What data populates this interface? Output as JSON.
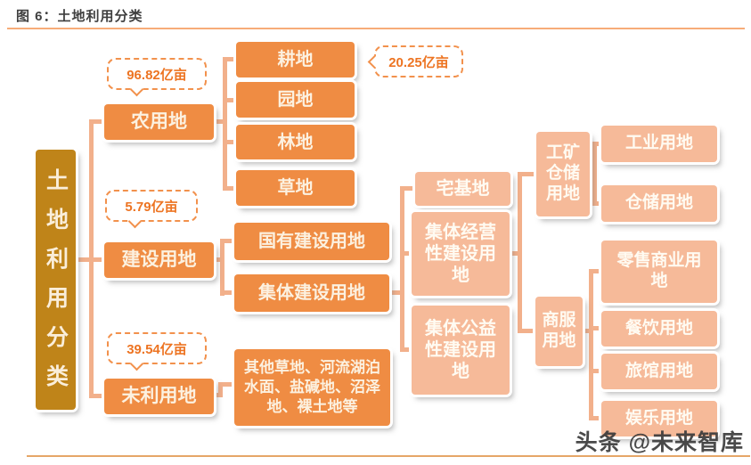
{
  "figure": {
    "title": "图 6：土地利用分类",
    "watermark": "头条 @未来智库"
  },
  "root": {
    "label": "土地利用分类"
  },
  "branches": {
    "agricultural": {
      "label": "农用地",
      "callout": "96.82亿亩",
      "children": [
        {
          "label": "耕地",
          "callout": "20.25亿亩"
        },
        {
          "label": "园地"
        },
        {
          "label": "林地"
        },
        {
          "label": "草地"
        }
      ]
    },
    "construction": {
      "label": "建设用地",
      "callout": "5.79亿亩",
      "children": [
        {
          "label": "国有建设用地"
        },
        {
          "label": "集体建设用地"
        }
      ],
      "collective_children": [
        {
          "label": "宅基地"
        },
        {
          "label": "集体经营性建设用地"
        },
        {
          "label": "集体公益性建设用地"
        }
      ]
    },
    "unused": {
      "label": "未利用地",
      "callout": "39.54亿亩",
      "children": [
        {
          "label": "其他草地、河流湖泊水面、盐碱地、沼泽地、裸土地等"
        }
      ]
    }
  },
  "operational": {
    "industrial_storage": {
      "label": "工矿仓储用地",
      "children": [
        {
          "label": "工业用地"
        },
        {
          "label": "仓储用地"
        }
      ]
    },
    "commercial": {
      "label": "商服用地",
      "children": [
        {
          "label": "零售商业用地"
        },
        {
          "label": "餐饮用地"
        },
        {
          "label": "旅馆用地"
        },
        {
          "label": "娱乐用地"
        }
      ]
    }
  },
  "colors": {
    "primary_orange": "#EF8C43",
    "light_orange": "#F6BA99",
    "root_ochre": "#BF8419",
    "callout_text": "#ED7422",
    "connector": "#F2B08B"
  }
}
